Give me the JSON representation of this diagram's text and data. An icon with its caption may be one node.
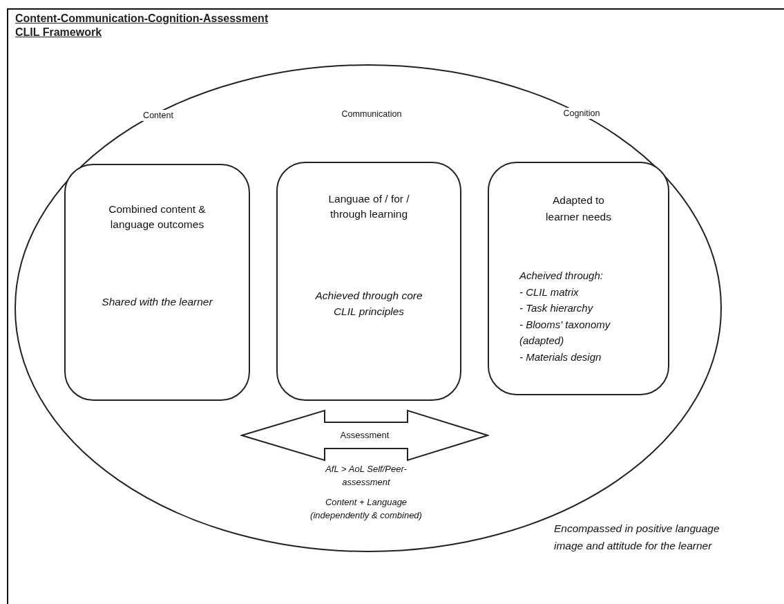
{
  "diagram": {
    "title": "Content-Communication-Cognition-Assessment CLIL Framework",
    "nodes": [
      {
        "text": [],
        "shape": "ellipse",
        "beside": [
          "Encompassed in positive language image and attitude for the learner"
        ]
      },
      {
        "text": [
          "Combined content & language outcomes",
          "Shared with the learner"
        ],
        "in": 0,
        "beside": [
          "Content"
        ]
      },
      {
        "text": [
          "Languae of / for / through learning",
          "Achieved through core CLIL principles"
        ],
        "in": 0,
        "beside": [
          "Communication"
        ]
      },
      {
        "text": [
          "Adapted to learner needs",
          "Acheived through:",
          "- CLIL matrix",
          "- Task hierarchy",
          "- Blooms' taxonomy (adapted)",
          "- Materials design"
        ],
        "in": 0,
        "beside": [
          "Cognition"
        ]
      },
      {
        "text": [
          "Assessment"
        ],
        "in": 0
      }
    ],
    "labels": [
      "AfL > AoL Self/Peer-assessment",
      "Content + Language (independently & combined)"
    ]
  }
}
